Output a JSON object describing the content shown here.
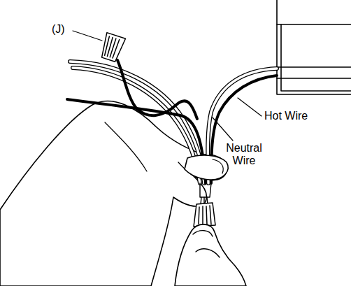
{
  "diagram": {
    "labels": [
      "(J)",
      "Hot Wire",
      "Neutral Wire"
    ]
  }
}
